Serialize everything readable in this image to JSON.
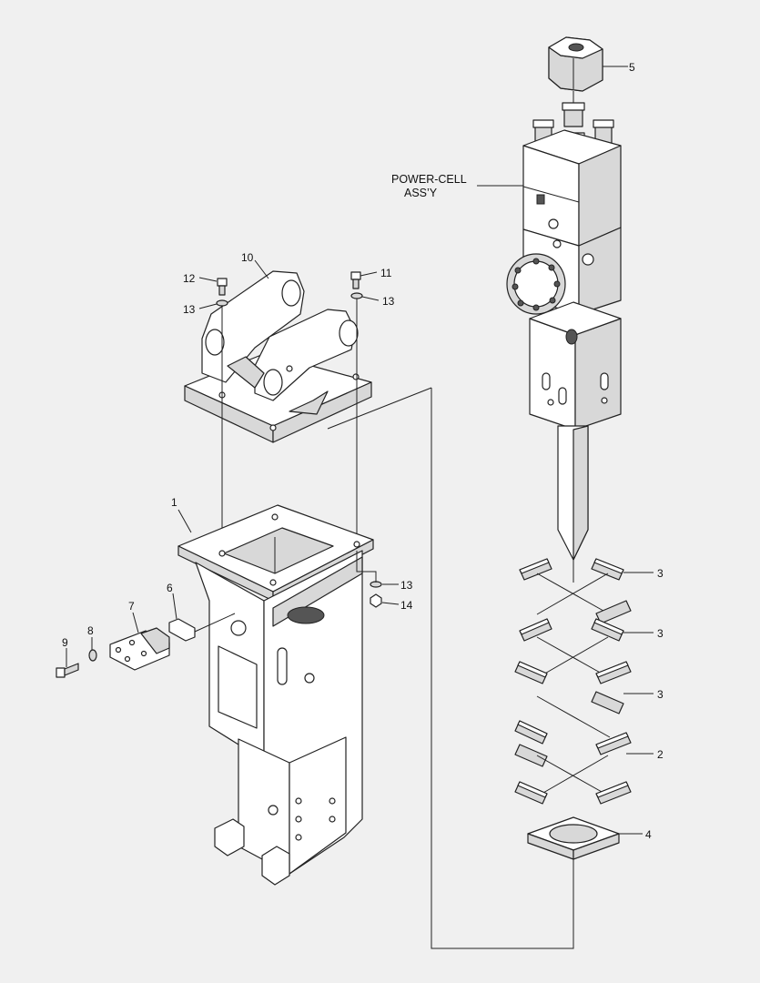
{
  "assembly_label": {
    "line1": "POWER-CELL",
    "line2": "ASS’Y"
  },
  "callouts": {
    "c1": "1",
    "c2": "2",
    "c3a": "3",
    "c3b": "3",
    "c3c": "3",
    "c4": "4",
    "c5": "5",
    "c6": "6",
    "c7": "7",
    "c8": "8",
    "c9": "9",
    "c10": "10",
    "c11": "11",
    "c12": "12",
    "c13a": "13",
    "c13b": "13",
    "c13c": "13",
    "c14": "14"
  }
}
